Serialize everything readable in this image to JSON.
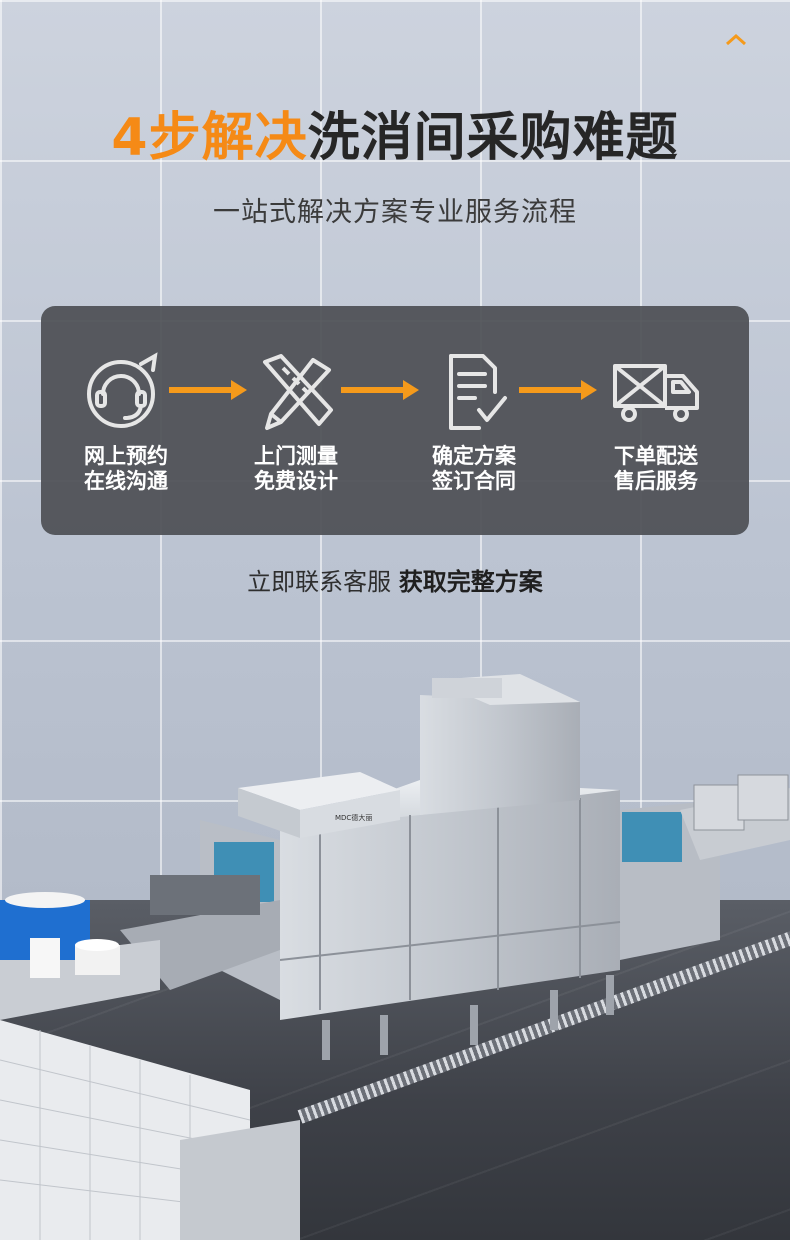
{
  "header": {
    "title_highlight": "4步解决",
    "title_rest": "洗消间采购难题",
    "subtitle": "一站式解决方案专业服务流程"
  },
  "process": {
    "steps": [
      {
        "icon": "headset-icon",
        "line1": "网上预约",
        "line2": "在线沟通"
      },
      {
        "icon": "design-tools-icon",
        "line1": "上门测量",
        "line2": "免费设计"
      },
      {
        "icon": "contract-icon",
        "line1": "确定方案",
        "line2": "签订合同"
      },
      {
        "icon": "delivery-truck-icon",
        "line1": "下单配送",
        "line2": "售后服务"
      }
    ]
  },
  "cta": {
    "normal": "立即联系客服",
    "strong": "获取完整方案"
  },
  "machine": {
    "brand_label": "MDC德大丽"
  },
  "colors": {
    "accent": "#f58a16",
    "card": "#4e5055"
  }
}
